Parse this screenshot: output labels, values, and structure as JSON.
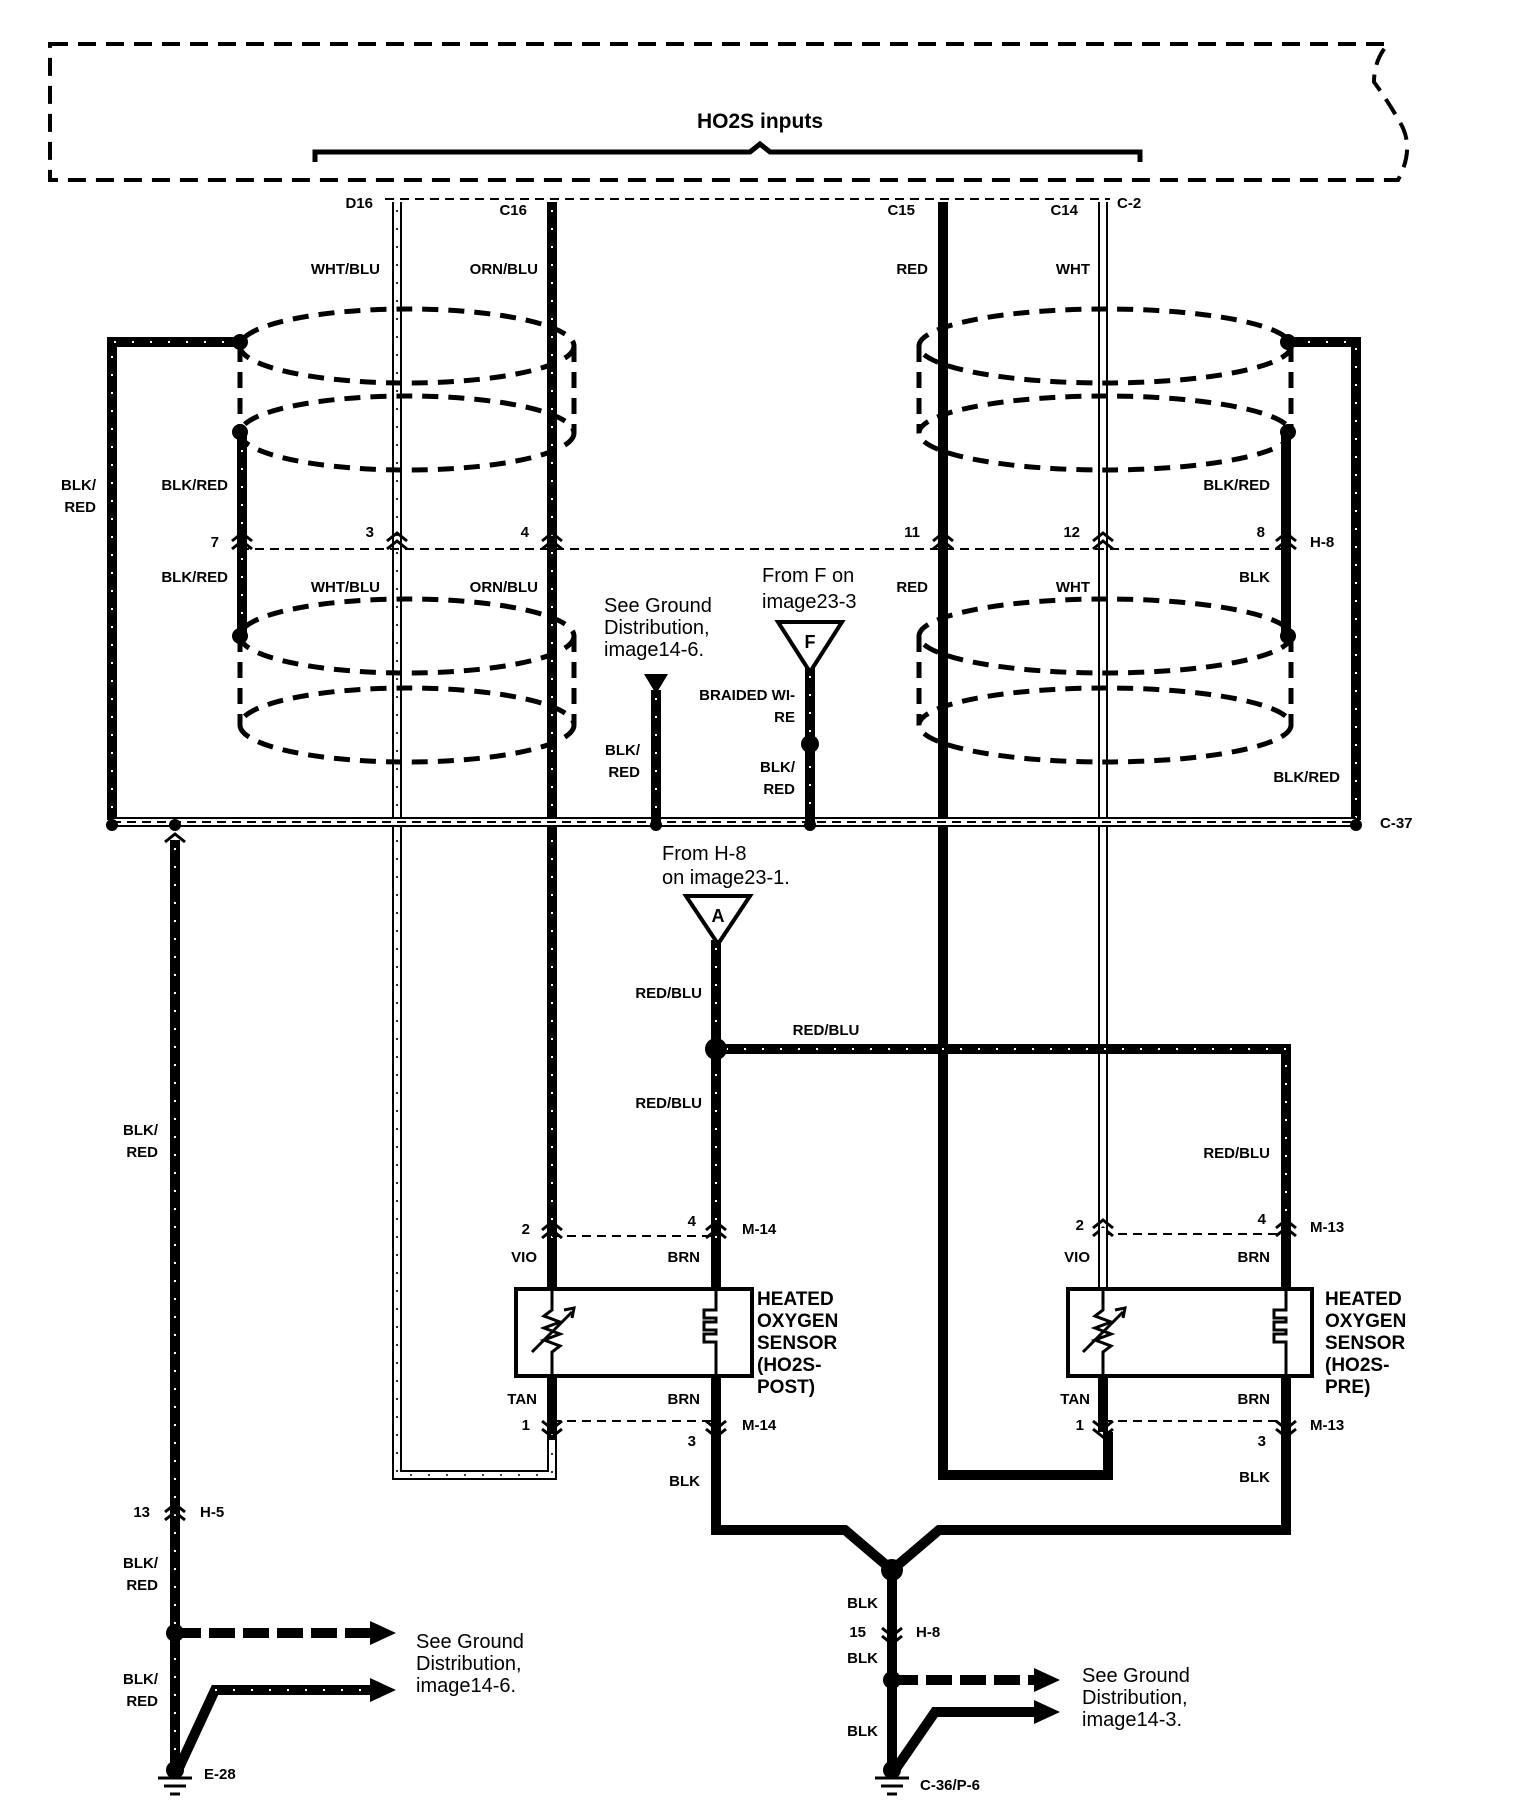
{
  "module": {
    "title": "HO2S inputs",
    "pins": [
      "D16",
      "C16",
      "C15",
      "C14"
    ],
    "connector": "C-2"
  },
  "wires": {
    "wht_blu": "WHT/BLU",
    "orn_blu": "ORN/BLU",
    "red": "RED",
    "wht": "WHT",
    "blk_red": "BLK/RED",
    "blk_red_split_a": "BLK/",
    "blk_red_split_b": "RED",
    "blk": "BLK",
    "red_blu": "RED/BLU",
    "vio": "VIO",
    "brn": "BRN",
    "tan": "TAN",
    "braided_a": "BRAIDED WI-",
    "braided_b": "RE"
  },
  "connector_h8": {
    "name": "H-8",
    "pins": [
      "7",
      "3",
      "4",
      "11",
      "12",
      "8"
    ]
  },
  "connector_c37": "C-37",
  "refs": {
    "ground_top": [
      "See Ground",
      "Distribution,",
      "image14-6."
    ],
    "from_f": [
      "From F on",
      "image23-3"
    ],
    "from_h8": [
      "From H-8",
      "on image23-1."
    ],
    "ground_left": [
      "See Ground",
      "Distribution,",
      "image14-6."
    ],
    "ground_right": [
      "See Ground",
      "Distribution,",
      "image14-3."
    ]
  },
  "flags": {
    "f": "F",
    "a": "A"
  },
  "sensor_post": {
    "lines": [
      "HEATED",
      "OXYGEN",
      "SENSOR",
      "(HO2S-",
      "POST)"
    ],
    "connector": "M-14",
    "pins_top": [
      "2",
      "4"
    ],
    "pins_bottom": [
      "1",
      "3"
    ]
  },
  "sensor_pre": {
    "lines": [
      "HEATED",
      "OXYGEN",
      "SENSOR",
      "(HO2S-",
      "PRE)"
    ],
    "connector": "M-13",
    "pins_top": [
      "2",
      "4"
    ],
    "pins_bottom": [
      "1",
      "3"
    ]
  },
  "left_ground": {
    "connector": "H-5",
    "pin": "13",
    "ground": "E-28"
  },
  "right_ground": {
    "connector": "H-8",
    "pin": "15",
    "ground": "C-36/P-6"
  }
}
